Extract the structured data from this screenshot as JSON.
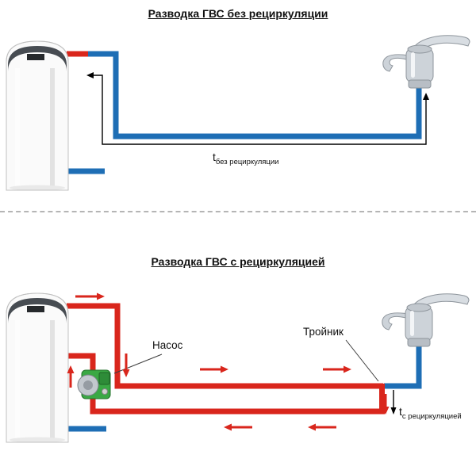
{
  "diagrams": {
    "top": {
      "title": "Разводка ГВС без рециркуляции",
      "time_label": {
        "symbol": "t",
        "subscript": "без рециркуляции"
      }
    },
    "bottom": {
      "title": "Разводка ГВС с рециркуляцией",
      "pump_label": "Насос",
      "tee_label": "Тройник",
      "time_label": {
        "symbol": "t",
        "subscript": "с рециркуляцией"
      }
    }
  },
  "colors": {
    "hot_pipe_red": "#d9261c",
    "cold_pipe_blue": "#1e6eb5",
    "pump_green": "#3aa844",
    "annotation_black": "#000000",
    "divider_gray": "#b5b5b5"
  }
}
